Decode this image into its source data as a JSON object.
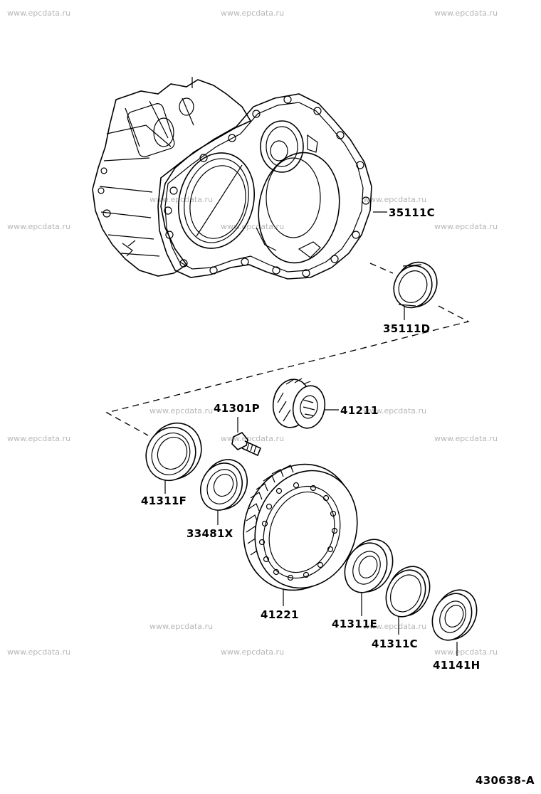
{
  "watermark_text": "www.epcdata.ru",
  "figure_code": "430638-A",
  "parts": {
    "case": "35111C",
    "case_seal": "35111D",
    "bearing_left": "41311F",
    "bolt": "41301P",
    "pinion_gear": "41211",
    "oil_seal": "33481X",
    "ring_gear": "41221",
    "bearing_right": "41311E",
    "race": "41311C",
    "side_bearing": "41141H"
  }
}
